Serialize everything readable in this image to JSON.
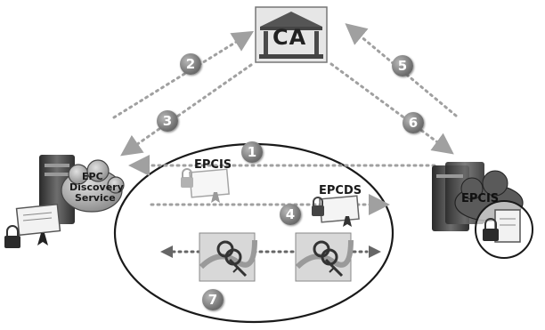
{
  "ca": {
    "label": "CA"
  },
  "steps": [
    "2",
    "3",
    "5",
    "6",
    "1",
    "4",
    "7"
  ],
  "left_node": {
    "label_line1": "EPC",
    "label_line2": "Discovery",
    "label_line3": "Service"
  },
  "right_node": {
    "label": "EPCIS"
  },
  "center": {
    "epcis_label": "EPCIS",
    "epcds_label": "EPCDS"
  }
}
